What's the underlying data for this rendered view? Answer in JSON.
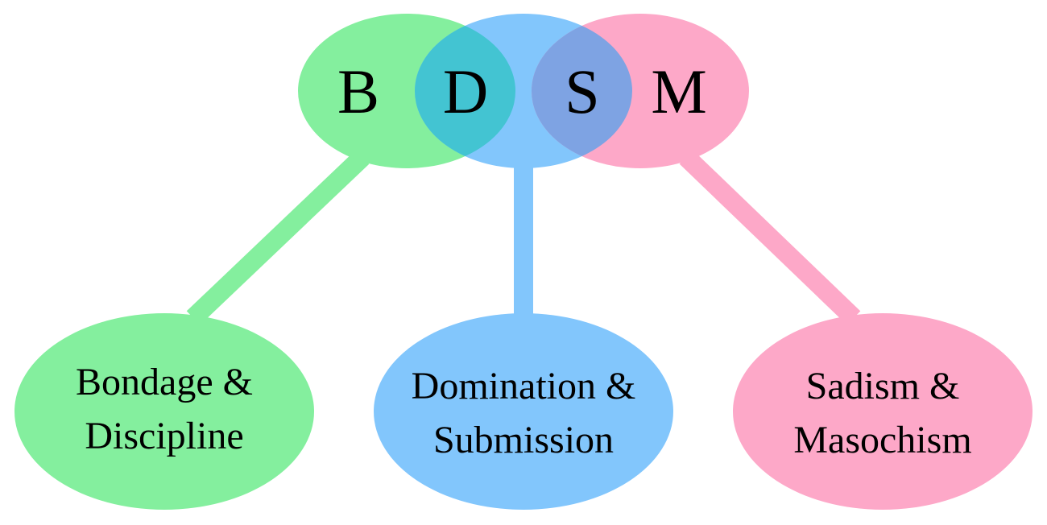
{
  "colors": {
    "green": "#84ef9e",
    "blue": "#82c6fc",
    "pink": "#fda8c8",
    "green_blue_overlap": "#43c4d2",
    "blue_pink_overlap": "#7ea3e3"
  },
  "letters": [
    {
      "char": "B",
      "color_key": "green"
    },
    {
      "char": "D",
      "color_key": "blue"
    },
    {
      "char": "S",
      "color_key": "pink"
    },
    {
      "char": "M",
      "color_key": "pink"
    }
  ],
  "categories": [
    {
      "line1": "Bondage &",
      "line2": "Discipline",
      "color_key": "green"
    },
    {
      "line1": "Domination &",
      "line2": "Submission",
      "color_key": "blue"
    },
    {
      "line1": "Sadism &",
      "line2": "Masochism",
      "color_key": "pink"
    }
  ]
}
